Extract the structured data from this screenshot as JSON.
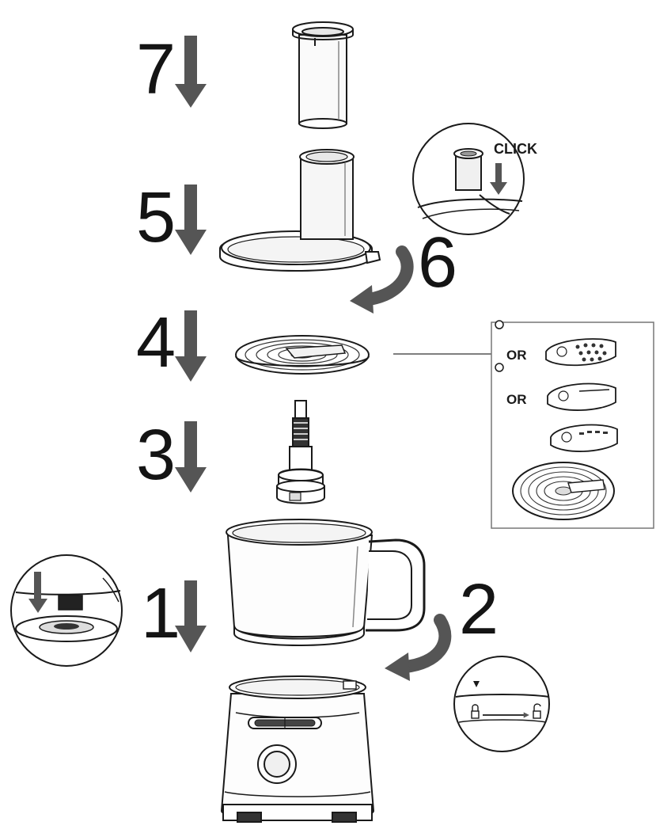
{
  "steps": [
    {
      "number": "7"
    },
    {
      "number": "5"
    },
    {
      "number": "6"
    },
    {
      "number": "4"
    },
    {
      "number": "3"
    },
    {
      "number": "1"
    },
    {
      "number": "2"
    }
  ],
  "callouts": {
    "click_label": "CLICK",
    "or_label_1": "OR",
    "or_label_2": "OR"
  },
  "colors": {
    "arrow": "#555555",
    "outline": "#1a1a1a",
    "number": "#141414"
  },
  "icons": [
    "down-arrow-icon",
    "curved-arrow-icon",
    "padlock-closed-icon",
    "padlock-open-icon"
  ]
}
